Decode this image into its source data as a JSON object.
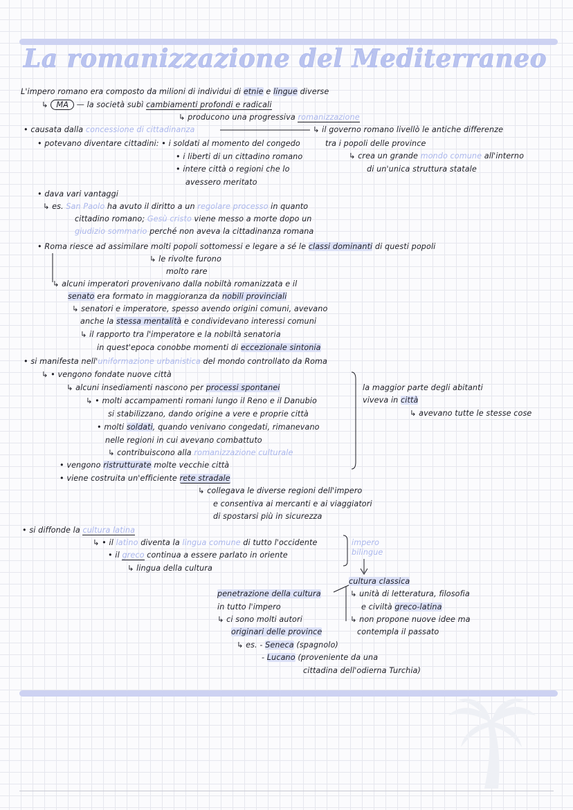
{
  "title": "La romanizzazione del Mediterraneo",
  "lines": {
    "l01": [
      "L'impero romano era composto da milioni di individui di ",
      "etnie",
      " e ",
      "lingue",
      " diverse"
    ],
    "l02": [
      "MA",
      " — la società subì ",
      "cambiamenti profondi e radicali"
    ],
    "l03": [
      "↳ producono una progressiva ",
      "romanizzazione"
    ],
    "l04": [
      "• causata dalla ",
      "concessione di cittadinanza"
    ],
    "l04b": "↳ il governo romano livellò le antiche differenze",
    "l05": "• potevano diventare cittadini: • i soldati al momento del congedo",
    "l05b": "tra i popoli delle province",
    "l06": "• i liberti di un cittadino romano",
    "l06b": [
      "↳ crea un grande ",
      "mondo comune",
      " all'interno"
    ],
    "l07": "• intere città o regioni che lo",
    "l07b": "di un'unica struttura statale",
    "l08": "avessero meritato",
    "l09": "• dava vari vantaggi",
    "l10": [
      "↳ es. ",
      "San Paolo",
      " ha avuto il diritto a un ",
      "regolare processo",
      " in quanto"
    ],
    "l11": [
      "cittadino romano; ",
      "Gesù cristo",
      " viene messo a morte dopo un"
    ],
    "l12": [
      "giudizio sommario",
      " perché non aveva la cittadinanza romana"
    ],
    "l13": [
      "• Roma riesce ad assimilare molti popoli sottomessi e legare a sé le ",
      "classi dominanti",
      " di questi popoli"
    ],
    "l14": "↳ le rivolte furono",
    "l15": "molto rare",
    "l16": "↳ alcuni imperatori provenivano dalla nobiltà romanizzata e il",
    "l17": [
      "senato",
      " era formato in maggioranza da ",
      "nobili provinciali"
    ],
    "l18": "↳ senatori e imperatore, spesso avendo origini comuni, avevano",
    "l19": [
      "anche la ",
      "stessa mentalità",
      " e condividevano interessi comuni"
    ],
    "l20": "↳ il rapporto tra l'imperatore e la nobiltà senatoria",
    "l21": [
      "in quest'epoca conobbe momenti di ",
      "eccezionale sintonia"
    ],
    "l22": [
      "• si manifesta nell'",
      "uniformazione urbanistica",
      " del mondo controllato da Roma"
    ],
    "l23": "↳ • vengono fondate nuove città",
    "l24": [
      "↳ alcuni insediamenti nascono per ",
      "processi spontanei"
    ],
    "l24b": "la maggior parte degli abitanti",
    "l25": "↳ • molti accampamenti romani lungo il Reno e il Danubio",
    "l25b": [
      "viveva in ",
      "città"
    ],
    "l26": "si stabilizzano, dando origine a vere e proprie città",
    "l26b": "↳ avevano tutte le stesse cose",
    "l27": [
      "• molti ",
      "soldati",
      ", quando venivano congedati, rimanevano"
    ],
    "l28": "nelle regioni in cui avevano combattuto",
    "l29": [
      "↳ contribuiscono alla ",
      "romanizzazione culturale"
    ],
    "l30": [
      "• vengono ",
      "ristrutturate",
      " molte vecchie città"
    ],
    "l31": [
      "• viene costruita un'efficiente ",
      "rete stradale"
    ],
    "l32": "↳ collegava le diverse regioni dell'impero",
    "l33": "e consentiva ai mercanti e ai viaggiatori",
    "l34": "di spostarsi più in sicurezza",
    "l35": [
      "• si diffonde la ",
      "cultura latina"
    ],
    "l36": [
      "↳ • il ",
      "latino",
      " diventa la ",
      "lingua comune",
      " di tutto l'occidente"
    ],
    "l36b": "impero",
    "l37": [
      "• il ",
      "greco",
      " continua a essere parlato in oriente"
    ],
    "l37b": "bilingue",
    "l38": "↳ lingua della cultura",
    "l39": "cultura classica",
    "l40": [
      "penetrazione della cultura"
    ],
    "l40b": "↳ unità di letteratura, filosofia",
    "l41": "in tutto l'impero",
    "l41b": [
      "e civiltà ",
      "greco-latina"
    ],
    "l42": "↳ ci sono molti autori",
    "l42b": "↳ non propone nuove idee ma",
    "l43": [
      "originari delle province"
    ],
    "l43b": "contempla il passato",
    "l44": [
      "↳ es. - ",
      "Seneca",
      " (spagnolo)"
    ],
    "l45": [
      "- ",
      "Lucano",
      " (proveniente da una"
    ],
    "l46": "cittadina dell'odierna Turchia)"
  },
  "colors": {
    "highlight_text": "#aab6ec",
    "marker": "#dce1f7",
    "band": "#cdd2f2",
    "ink": "#1d1d25"
  },
  "icons": {
    "watermark": "palm-tree-icon"
  }
}
